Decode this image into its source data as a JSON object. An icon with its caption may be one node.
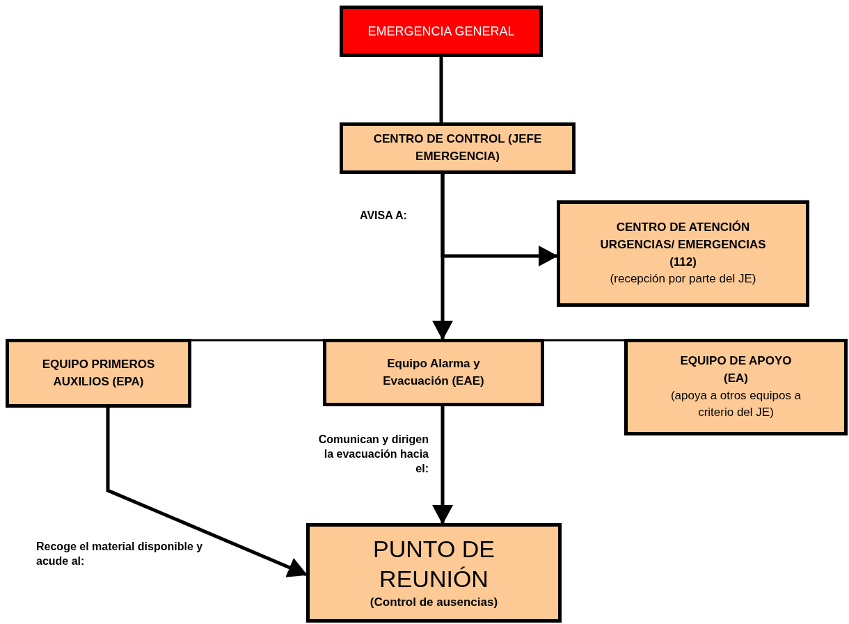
{
  "diagram": {
    "nodes": [
      {
        "text": [
          "EMERGENCIA GENERAL"
        ]
      },
      {
        "text": [
          "CENTRO DE CONTROL (JEFE EMERGENCIA)"
        ]
      },
      {
        "text": [
          "CENTRO DE ATENCIÓN URGENCIAS/ EMERGENCIAS (112)",
          "(recepción por parte del JE)"
        ]
      },
      {
        "text": [
          "EQUIPO PRIMEROS AUXILIOS (EPA)"
        ]
      },
      {
        "text": [
          "Equipo Alarma y Evacuación (EAE)"
        ]
      },
      {
        "text": [
          "EQUIPO DE APOYO (EA)",
          "(apoya a otros equipos a criterio del JE)"
        ]
      },
      {
        "text": [
          "PUNTO DE REUNIÓN",
          "(Control de ausencias)"
        ]
      }
    ],
    "edges": [
      {
        "from": 0,
        "to": 1,
        "arrow": "none"
      },
      {
        "from": 1,
        "to": 4,
        "arrow": "to",
        "label": "AVISA A:"
      },
      {
        "from": 1,
        "to": 2,
        "arrow": "to"
      },
      {
        "from": 3,
        "to": 4,
        "arrow": "none"
      },
      {
        "from": 4,
        "to": 5,
        "arrow": "none"
      },
      {
        "from": 3,
        "to": 6,
        "arrow": "to",
        "label": "Recoge el material disponible y acude al:"
      },
      {
        "from": 4,
        "to": 6,
        "arrow": "to",
        "label": "Comunican y dirigen la evacuación hacia el:"
      }
    ]
  }
}
